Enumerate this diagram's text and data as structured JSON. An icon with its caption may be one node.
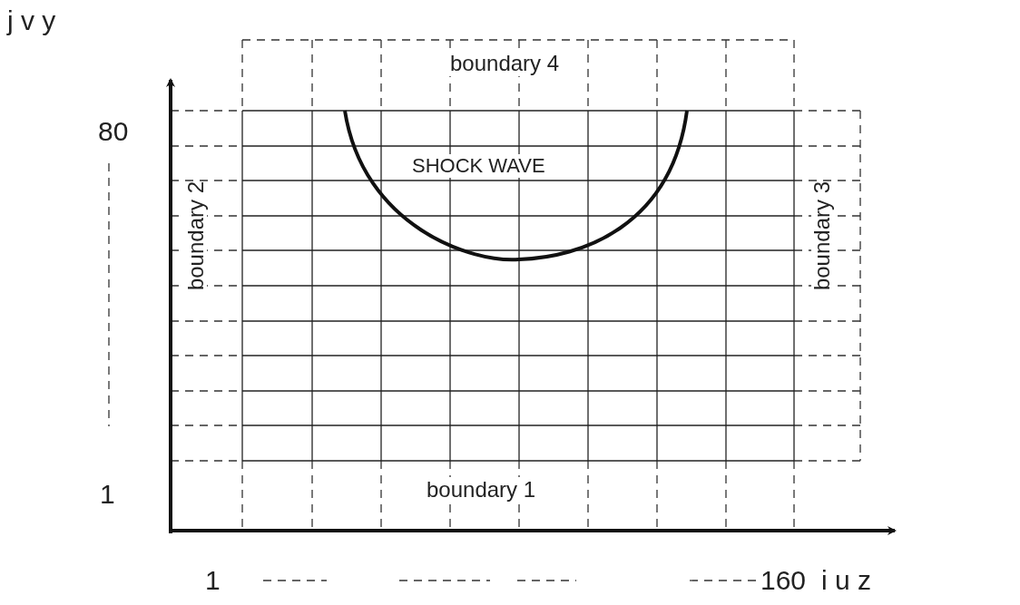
{
  "diagram": {
    "labels": [
      "j v y",
      "boundary 4",
      "80",
      "boundary 2",
      "SHOCK WAVE",
      "boundary 3",
      "1",
      "boundary 1",
      "1",
      "160",
      "i u z"
    ]
  }
}
